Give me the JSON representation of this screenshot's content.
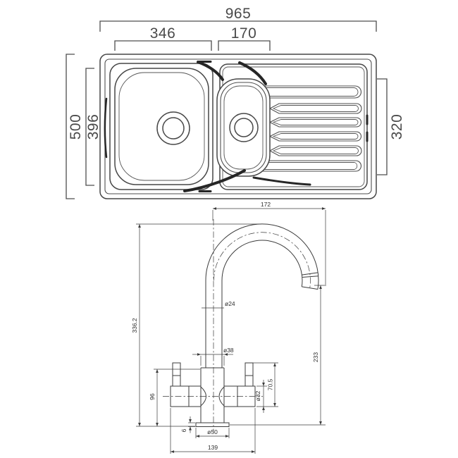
{
  "drawing": {
    "type": "technical-dimension-drawing",
    "views": [
      "sink-top-view",
      "tap-front-view"
    ],
    "line_color": "#3b3b3b",
    "background": "#ffffff"
  },
  "sink": {
    "dims": {
      "overall_width": "965",
      "main_bowl_width": "346",
      "half_bowl_width": "170",
      "overall_depth": "500",
      "main_bowl_depth": "396",
      "drainer_depth": "320"
    }
  },
  "tap": {
    "dims": {
      "spout_reach": "172",
      "overall_height": "336.2",
      "outlet_height": "233",
      "spout_tube_diameter": "ø24",
      "body_diameter": "ø38",
      "body_height": "96",
      "handle_assembly_height": "70.5",
      "handle_diameter": "ø32",
      "base_plate_thickness": "6",
      "base_plate_diameter": "ø50",
      "overall_base_width": "139"
    }
  }
}
